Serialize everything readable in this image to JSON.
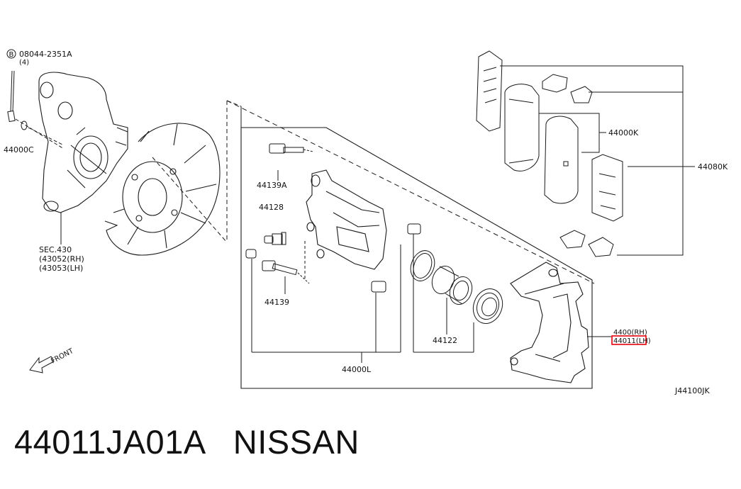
{
  "diagram": {
    "code": "J44100JK",
    "front_label": "FRONT",
    "bolt": {
      "symbol": "B",
      "part": "08044-2351A",
      "qty": "(4)"
    },
    "parts": [
      {
        "part": "44000C"
      },
      {
        "part": "SEC.430",
        "sub1": "(43052(RH)",
        "sub2": "(43053(LH)"
      },
      {
        "part": "44139A"
      },
      {
        "part": "44128"
      },
      {
        "part": "44139"
      },
      {
        "part": "44122"
      },
      {
        "part": "44000L"
      },
      {
        "part": "44000K"
      },
      {
        "part": "44080K"
      },
      {
        "part": "4400(RH)",
        "sub": "44011(LH)",
        "highlight_color": "#e8000a"
      }
    ]
  },
  "caption": {
    "part_number": "44011JA01A",
    "brand": "NISSAN"
  },
  "colors": {
    "line": "#1a1a1a",
    "highlight": "#e8000a"
  }
}
